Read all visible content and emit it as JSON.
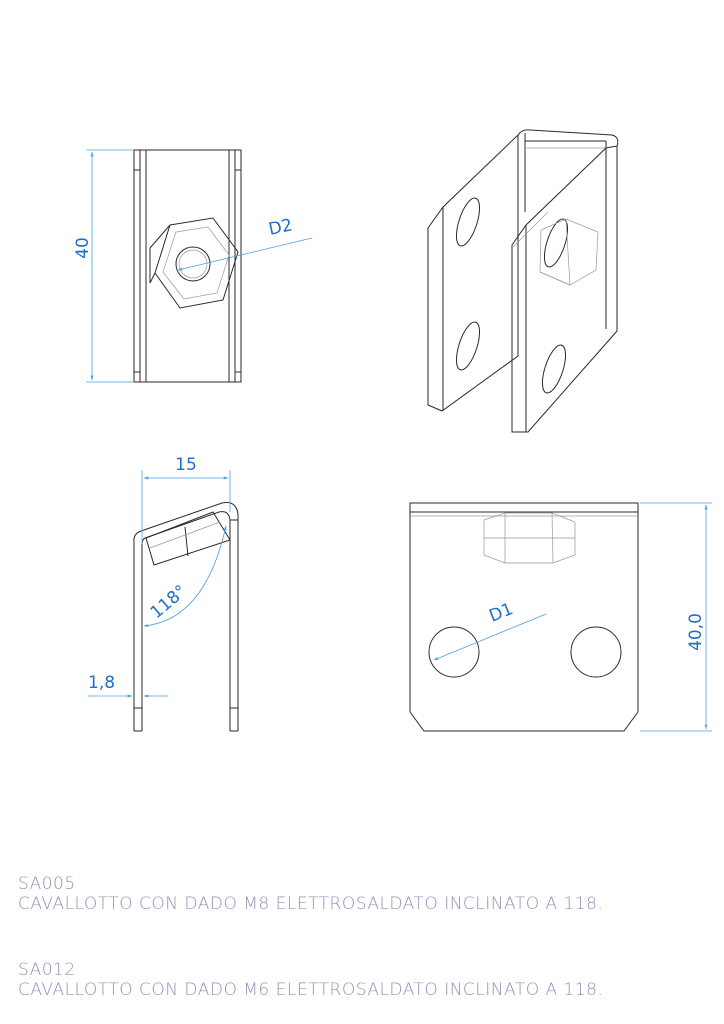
{
  "dimensions": {
    "height_front": "40",
    "nut_diameter": "D2",
    "width_side": "15",
    "angle": "118°",
    "thickness": "1,8",
    "hole_diameter": "D1",
    "height_back": "40,0"
  },
  "captions": [
    {
      "code": "SA005",
      "description": "CAVALLOTTO CON DADO M8 ELETTROSALDATO INCLINATO A 118."
    },
    {
      "code": "SA012",
      "description": "CAVALLOTTO CON DADO M6 ELETTROSALDATO INCLINATO A 118."
    }
  ]
}
